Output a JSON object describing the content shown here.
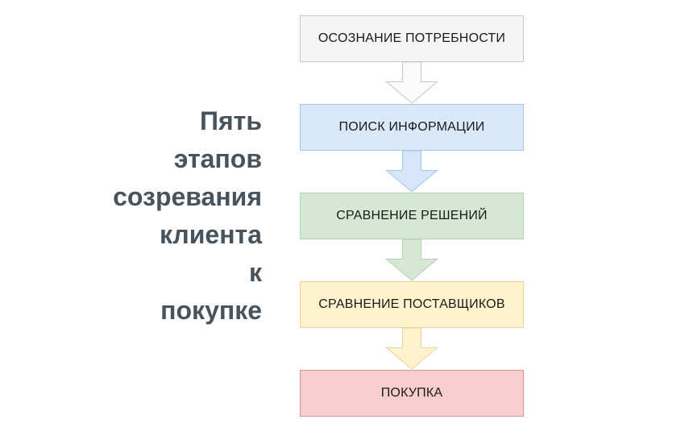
{
  "title": {
    "text": "Пять этапов созревания клиента к покупке",
    "lines": [
      "Пять",
      "этапов",
      "созревания",
      "клиента",
      "к",
      "покупке"
    ],
    "color": "#48545d"
  },
  "flow": {
    "label_color": "#1a1a1a",
    "stages": [
      {
        "label": "ОСОЗНАНИЕ ПОТРЕБНОСТИ",
        "fill": "#f5f5f5",
        "border": "#c8c8c8",
        "arrow": {
          "fill": "#fbfbfb",
          "border": "#c6c6c6"
        }
      },
      {
        "label": "ПОИСК ИНФОРМАЦИИ",
        "fill": "#dae8fc",
        "border": "#a9c4e8",
        "arrow": {
          "fill": "#d6e5fb",
          "border": "#a9c4e8"
        }
      },
      {
        "label": "СРАВНЕНИЕ РЕШЕНИЙ",
        "fill": "#d5e8d4",
        "border": "#b0d4ae",
        "arrow": {
          "fill": "#d5e8d4",
          "border": "#b0d4ae"
        }
      },
      {
        "label": "СРАВНЕНИЕ ПОСТАВЩИКОВ",
        "fill": "#fff2cc",
        "border": "#e8d49d",
        "arrow": {
          "fill": "#fff2cc",
          "border": "#e8d49d"
        }
      },
      {
        "label": "ПОКУПКА",
        "fill": "#f8cecc",
        "border": "#d99794",
        "arrow": null
      }
    ]
  }
}
